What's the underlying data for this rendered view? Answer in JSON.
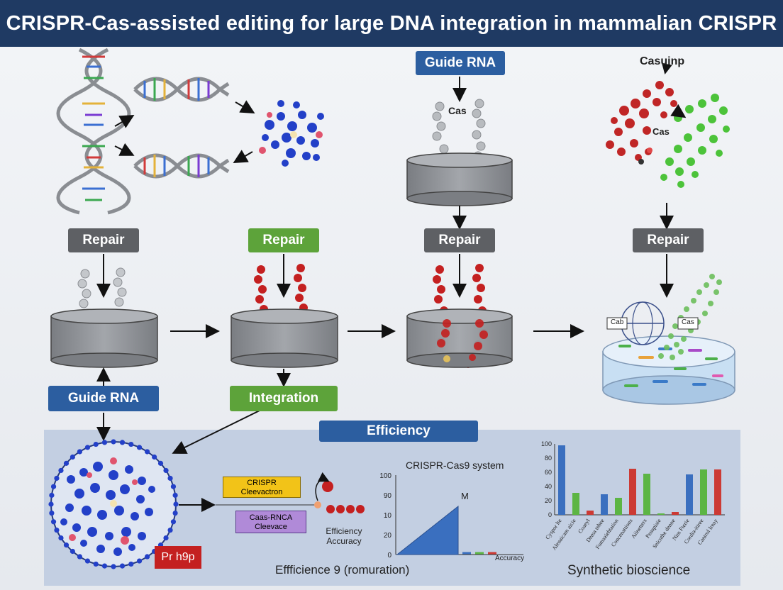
{
  "title": "CRISPR-Cas-assisted editing for large DNA integration in mammalian CRISPR",
  "labels": {
    "guide_rna_top": "Guide RNA",
    "cas_top": "Cas",
    "casuinp": "Casuinp",
    "cas_right": "Cas",
    "repair_1": "Repair",
    "repair_2": "Repair",
    "repair_3": "Repair",
    "repair_4": "Repair",
    "guide_rna_bottom": "Guide RNA",
    "integration": "Integration",
    "efficiency": "Efficiency",
    "crispr_cleevaction": "CRISPR\nCleevactron",
    "cas_rnca": "Caas-RNCA\nCleevace",
    "efficiency_accuracy": "Efficiency\nAccuracy",
    "pr_h9p": "Pr h9p",
    "dish_left_tag": "Cab",
    "dish_right_tag": "Cas",
    "chart_title": "CRISPR-Cas9 system",
    "chart_m": "M",
    "chart_xlabel": "Accuracy",
    "footer_left": "Effficience 9 (romuration)",
    "footer_right": "Synthetic bioscience"
  },
  "colors": {
    "header_bg": "#1f3a63",
    "gray_label": "#5e6064",
    "green_label": "#5da33a",
    "blue_label": "#2c5ea0",
    "panel_bg": "#c3cfe2",
    "bar_blue": "#3a6fbf",
    "bar_green": "#5cb544",
    "bar_red": "#cc3a34"
  },
  "chart_data": [
    {
      "type": "area",
      "title": "CRISPR-Cas9 system",
      "xlabel": "Accuracy",
      "yticks": [
        "100",
        "90",
        "10",
        "20",
        "0"
      ],
      "annotation": "M"
    },
    {
      "type": "bar",
      "yticks": [
        100,
        80,
        60,
        40,
        20,
        0
      ],
      "ylim": [
        0,
        100
      ],
      "categories": [
        "Cyspor lte",
        "Alenaicam aicie",
        "Coaeyl",
        "Dema tehee",
        "Fomaaiehtation",
        "Concenattions",
        "Aiinetters",
        "Penapiaie",
        "Seicnthe denne",
        "Nim Fterie",
        "Cordia-itiree",
        "Cantrol Ireay"
      ],
      "series": [
        {
          "values": [
            98,
            0,
            0,
            29,
            0,
            0,
            0,
            0,
            0,
            57,
            0,
            0
          ]
        },
        {
          "values": [
            0,
            31,
            0,
            0,
            24,
            0,
            58,
            2,
            0,
            0,
            64,
            0
          ]
        },
        {
          "values": [
            0,
            0,
            6,
            0,
            0,
            65,
            0,
            0,
            4,
            0,
            0,
            64
          ]
        }
      ]
    }
  ]
}
